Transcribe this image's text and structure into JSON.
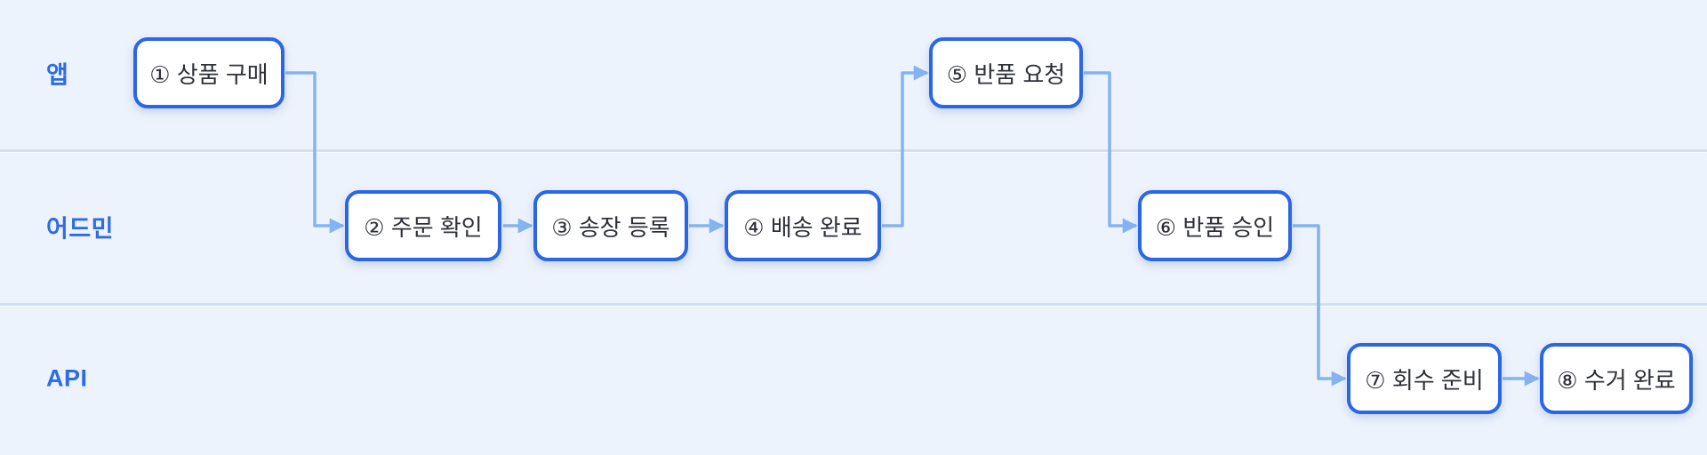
{
  "diagram": {
    "type": "swimlane-flowchart",
    "lanes": [
      {
        "id": "app",
        "label": "앱"
      },
      {
        "id": "admin",
        "label": "어드민"
      },
      {
        "id": "api",
        "label": "API"
      }
    ],
    "nodes": [
      {
        "id": "1",
        "lane": "app",
        "number": "①",
        "label": "① 상품 구매"
      },
      {
        "id": "2",
        "lane": "admin",
        "number": "②",
        "label": "② 주문 확인"
      },
      {
        "id": "3",
        "lane": "admin",
        "number": "③",
        "label": "③ 송장 등록"
      },
      {
        "id": "4",
        "lane": "admin",
        "number": "④",
        "label": "④ 배송 완료"
      },
      {
        "id": "5",
        "lane": "app",
        "number": "⑤",
        "label": "⑤ 반품 요청"
      },
      {
        "id": "6",
        "lane": "admin",
        "number": "⑥",
        "label": "⑥ 반품 승인"
      },
      {
        "id": "7",
        "lane": "api",
        "number": "⑦",
        "label": "⑦ 회수 준비"
      },
      {
        "id": "8",
        "lane": "api",
        "number": "⑧",
        "label": "⑧ 수거 완료"
      }
    ],
    "edges": [
      {
        "from": "1",
        "to": "2"
      },
      {
        "from": "2",
        "to": "3"
      },
      {
        "from": "3",
        "to": "4"
      },
      {
        "from": "4",
        "to": "5"
      },
      {
        "from": "5",
        "to": "6"
      },
      {
        "from": "6",
        "to": "7"
      },
      {
        "from": "7",
        "to": "8"
      }
    ],
    "colors": {
      "background": "#edf3fc",
      "lane_separator": "#dde9f7",
      "node_border": "#2a66e8",
      "node_fill": "#ffffff",
      "node_text": "#2f3138",
      "connector": "#85b3f2",
      "lane_label": "#2e6be6"
    }
  }
}
